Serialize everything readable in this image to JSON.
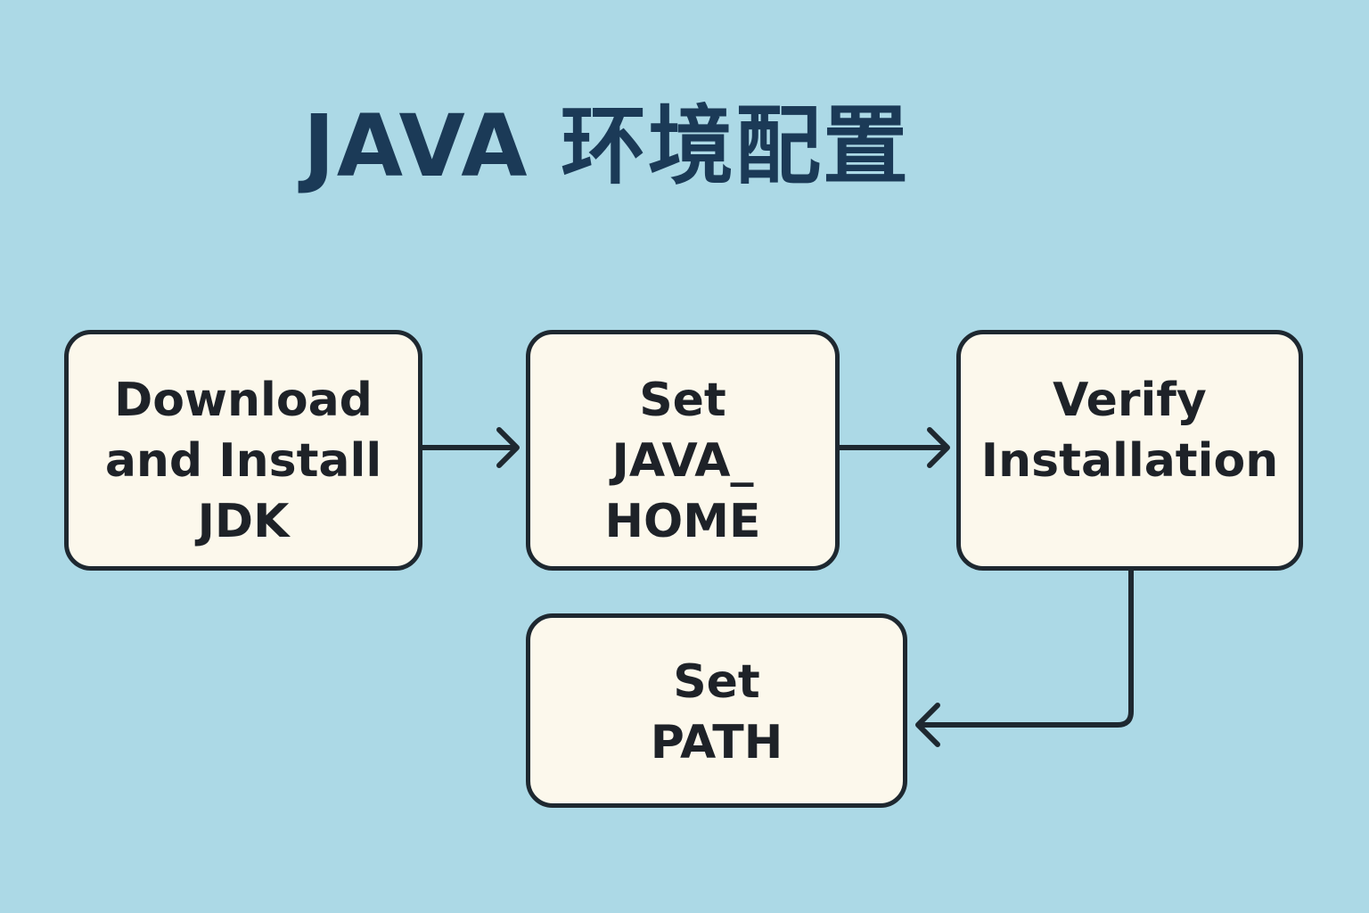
{
  "title": "JAVA 环境配置",
  "colors": {
    "background": "#acd9e6",
    "title": "#1b3a57",
    "node_fill": "#fcf8ec",
    "node_border": "#1e2830",
    "edge": "#1e2830"
  },
  "nodes": [
    {
      "id": "download-install-jdk",
      "label": "Download\nand Install\nJDK"
    },
    {
      "id": "set-java-home",
      "label": "Set\nJAVA_\nHOME"
    },
    {
      "id": "verify-installation",
      "label": "Verify\nInstallation"
    },
    {
      "id": "set-path",
      "label": "Set\nPATH"
    }
  ],
  "edges": [
    {
      "from": "download-install-jdk",
      "to": "set-java-home"
    },
    {
      "from": "set-java-home",
      "to": "verify-installation"
    },
    {
      "from": "verify-installation",
      "to": "set-path"
    }
  ]
}
